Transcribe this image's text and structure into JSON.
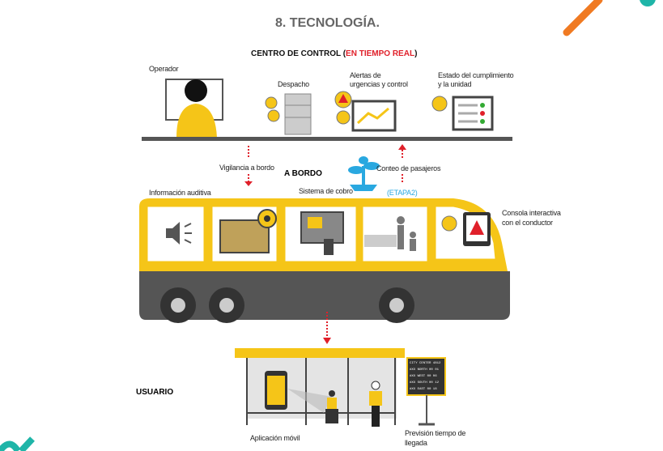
{
  "title": "8. TECNOLOGÍA.",
  "control_center": {
    "label": "CENTRO DE CONTROL (",
    "highlight": "EN TIEMPO REAL",
    ")": ")",
    "close": ")"
  },
  "labels": {
    "operator": "Operador",
    "dispatch": "Despacho",
    "alerts_1": "Alertas de",
    "alerts_2": "urgencias y control",
    "status_1": "Estado del cumplimiento",
    "status_2": "y la unidad",
    "surveillance": "Vigilancia a bordo",
    "on_board": "A BORDO",
    "passenger_count": "Conteo de pasajeros",
    "stage": "(ETAPA2)",
    "audio_info": "Información auditiva",
    "fare_system": "Sistema de cobro",
    "console_1": "Consola interactiva",
    "console_2": "con el conductor",
    "user": "USUARIO",
    "mobile_app": "Aplicación móvil",
    "arrival_1": "Previsión tiempo de",
    "arrival_2": "llegada"
  },
  "board": [
    "CITY CENTER 4812",
    "#XX NORTH 00 01",
    "#XX WEST 00 06",
    "#XX SOUTH 00 12",
    "#XX EAST 00 18"
  ],
  "colors": {
    "yellow": "#f5c518",
    "dark": "#555555",
    "red": "#e0202a",
    "blue": "#29a8e0",
    "orange": "#f07a22"
  }
}
